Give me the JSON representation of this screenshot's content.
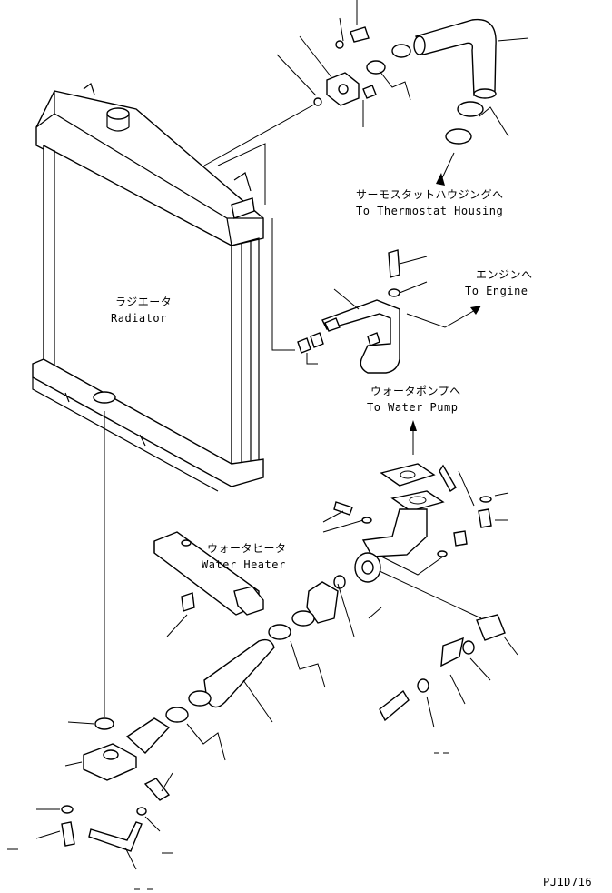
{
  "labels": {
    "thermostat_jp": "サーモスタットハウジングへ",
    "thermostat_en": "To Thermostat Housing",
    "engine_jp": "エンジンへ",
    "engine_en": "To Engine",
    "radiator_jp": "ラジエータ",
    "radiator_en": "Radiator",
    "water_pump_jp": "ウォータポンプへ",
    "water_pump_en": "To Water Pump",
    "water_heater_jp": "ウォータヒータ",
    "water_heater_en": "Water Heater",
    "drawing_code": "PJ1D716"
  }
}
